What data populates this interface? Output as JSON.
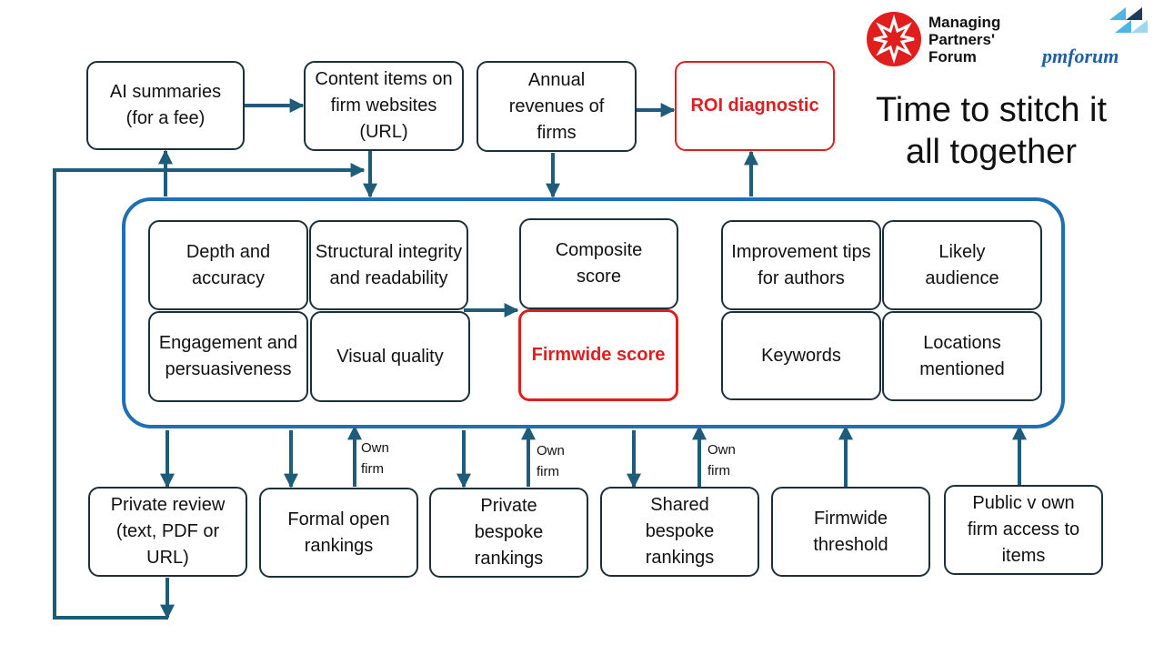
{
  "title": "Time to stitch it all together",
  "branding": {
    "mpf_lines": [
      "Managing",
      "Partners'",
      "Forum"
    ],
    "pm_logo": "pmforum"
  },
  "colors": {
    "box_border": "#1e2f3a",
    "arrow": "#1f5c7a",
    "container_border": "#1f6fb5",
    "highlight": "#e01e1e"
  },
  "top_row": {
    "ai_summaries": "AI summaries (for a fee)",
    "content_items": "Content items on firm websites (URL)",
    "annual_revenues": "Annual revenues of firms",
    "roi_diagnostic": "ROI diagnostic"
  },
  "inner": {
    "depth": "Depth and accuracy",
    "structural": "Structural integrity and readability",
    "engagement": "Engagement and persuasiveness",
    "visual": "Visual quality",
    "composite": "Composite score",
    "firmwide_score": "Firmwide score",
    "improvement": "Improvement tips for authors",
    "audience": "Likely audience",
    "keywords": "Keywords",
    "locations": "Locations mentioned"
  },
  "bottom_row": {
    "private_review": "Private review (text, PDF or URL)",
    "formal_open": "Formal open rankings",
    "private_bespoke": "Private bespoke rankings",
    "shared_bespoke": "Shared bespoke rankings",
    "firmwide_threshold": "Firmwide threshold",
    "public_access": "Public v own firm access to items"
  },
  "own_firm_label": [
    "Own",
    "firm"
  ]
}
